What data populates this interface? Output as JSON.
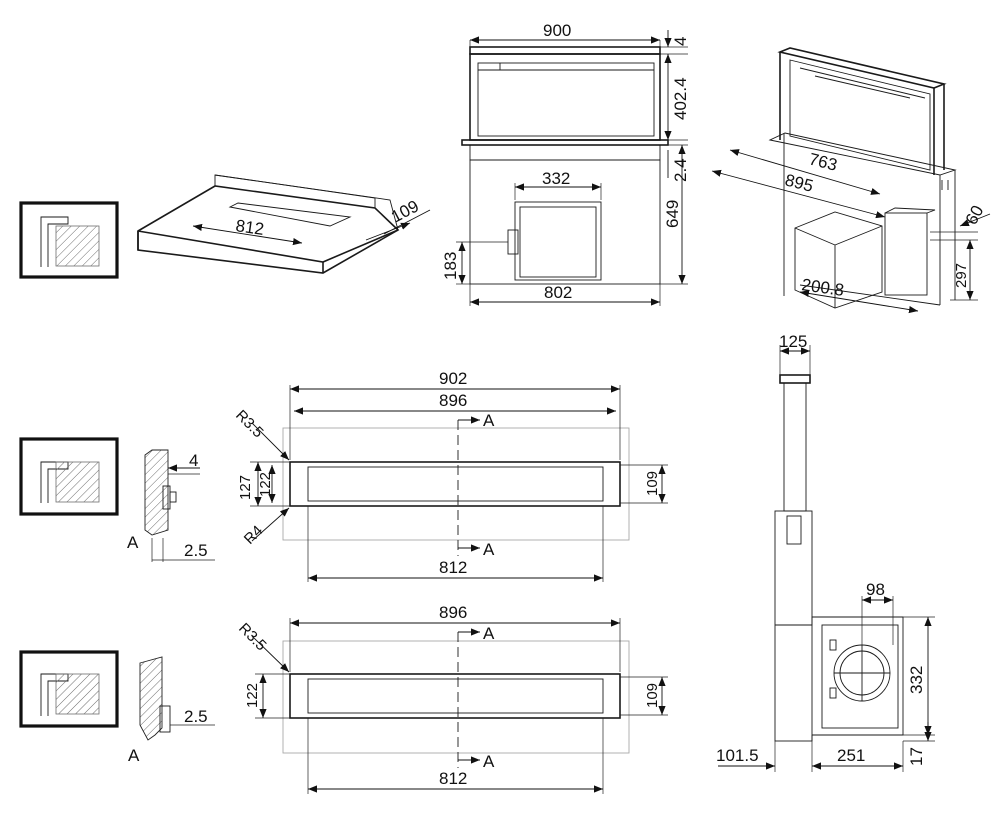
{
  "colors": {
    "line": "#111111",
    "light_line": "#a9a9a9",
    "hatch": "#6e6e6e",
    "background": "#ffffff"
  },
  "top_row": {
    "worktop_view": {
      "dim_cutout_width": "812",
      "dim_cutout_depth": "109"
    },
    "front_view": {
      "dim_width": "900",
      "dim_top": "4",
      "dim_raised_height": "402.4",
      "dim_worktop": "2.4",
      "dim_body_height": "649",
      "dim_motor_width": "332",
      "dim_motor_offset": "183",
      "dim_body_width": "802"
    },
    "perspective_view": {
      "dim_inner_width": "763",
      "dim_outer_width": "895",
      "dim_offset": "60",
      "dim_height": "297",
      "dim_motor": "200.8"
    }
  },
  "middle_row": {
    "section_label": "A",
    "dim_section_top": "4",
    "dim_section_bottom": "2.5",
    "dim_overall": "902",
    "dim_flush_width": "896",
    "radius_top": "R3.5",
    "radius_bottom": "R4",
    "dim_outer_depth": "127",
    "dim_inner_depth": "122",
    "dim_right_depth": "109",
    "dim_inner_width": "812",
    "cut_label": "A"
  },
  "bottom_row": {
    "section_label": "A",
    "dim_section_bottom": "2.5",
    "dim_width": "896",
    "radius": "R3.5",
    "dim_left_depth": "122",
    "dim_right_depth": "109",
    "dim_inner_width": "812",
    "cut_label": "A"
  },
  "side_view": {
    "dim_top_width": "125",
    "dim_fan": "98",
    "dim_motor_height": "332",
    "dim_offset": "101.5",
    "dim_motor_depth": "251",
    "dim_bottom": "17"
  }
}
